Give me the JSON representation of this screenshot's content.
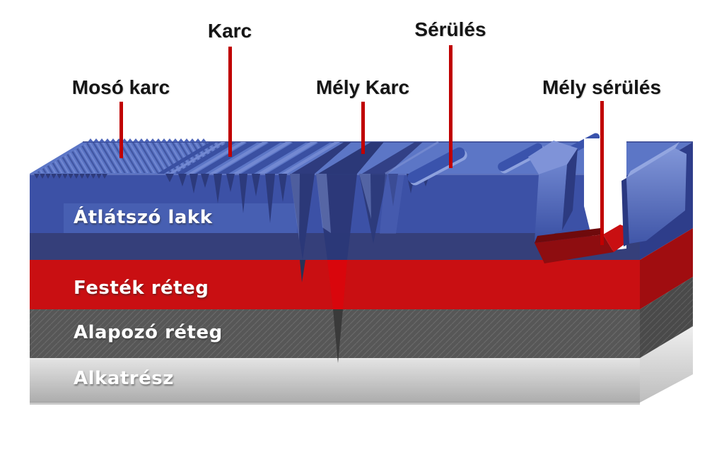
{
  "annotations": [
    {
      "id": "moso-karc",
      "label": "Mosó karc"
    },
    {
      "id": "karc",
      "label": "Karc"
    },
    {
      "id": "mely-karc",
      "label": "Mély Karc"
    },
    {
      "id": "serules",
      "label": "Sérülés"
    },
    {
      "id": "mely-serules",
      "label": "Mély sérülés"
    }
  ],
  "layers": [
    {
      "id": "atlatszo-lakk",
      "label": "Átlátszó lakk",
      "color": "#3C51A6"
    },
    {
      "id": "festek-reteg",
      "label": "Festék réteg",
      "color": "#C90F12"
    },
    {
      "id": "alapozo-reteg",
      "label": "Alapozó réteg",
      "color": "#575757"
    },
    {
      "id": "alkatresz",
      "label": "Alkatrész",
      "color": "#C8C8C8"
    }
  ],
  "colors": {
    "background": "#FFFFFF",
    "callout_line": "#C00000",
    "annotation_text": "#151515",
    "layer_label_text": "#FFFFFF",
    "clearcoat_top": "#5C76C6",
    "clearcoat_front": "#3C51A6",
    "clearcoat_shadow_band": "#343C74",
    "scratch_dark": "#2B3878",
    "paint_front": "#C90F12",
    "paint_side": "#A00D10",
    "gouge_pit": "#8E0D10",
    "primer_front": "#575757",
    "primer_hatch": "#6B6B6B",
    "primer_side": "#4A4A4A",
    "substrate_light": "#E4E4E4",
    "substrate_dark": "#ACACAC"
  }
}
